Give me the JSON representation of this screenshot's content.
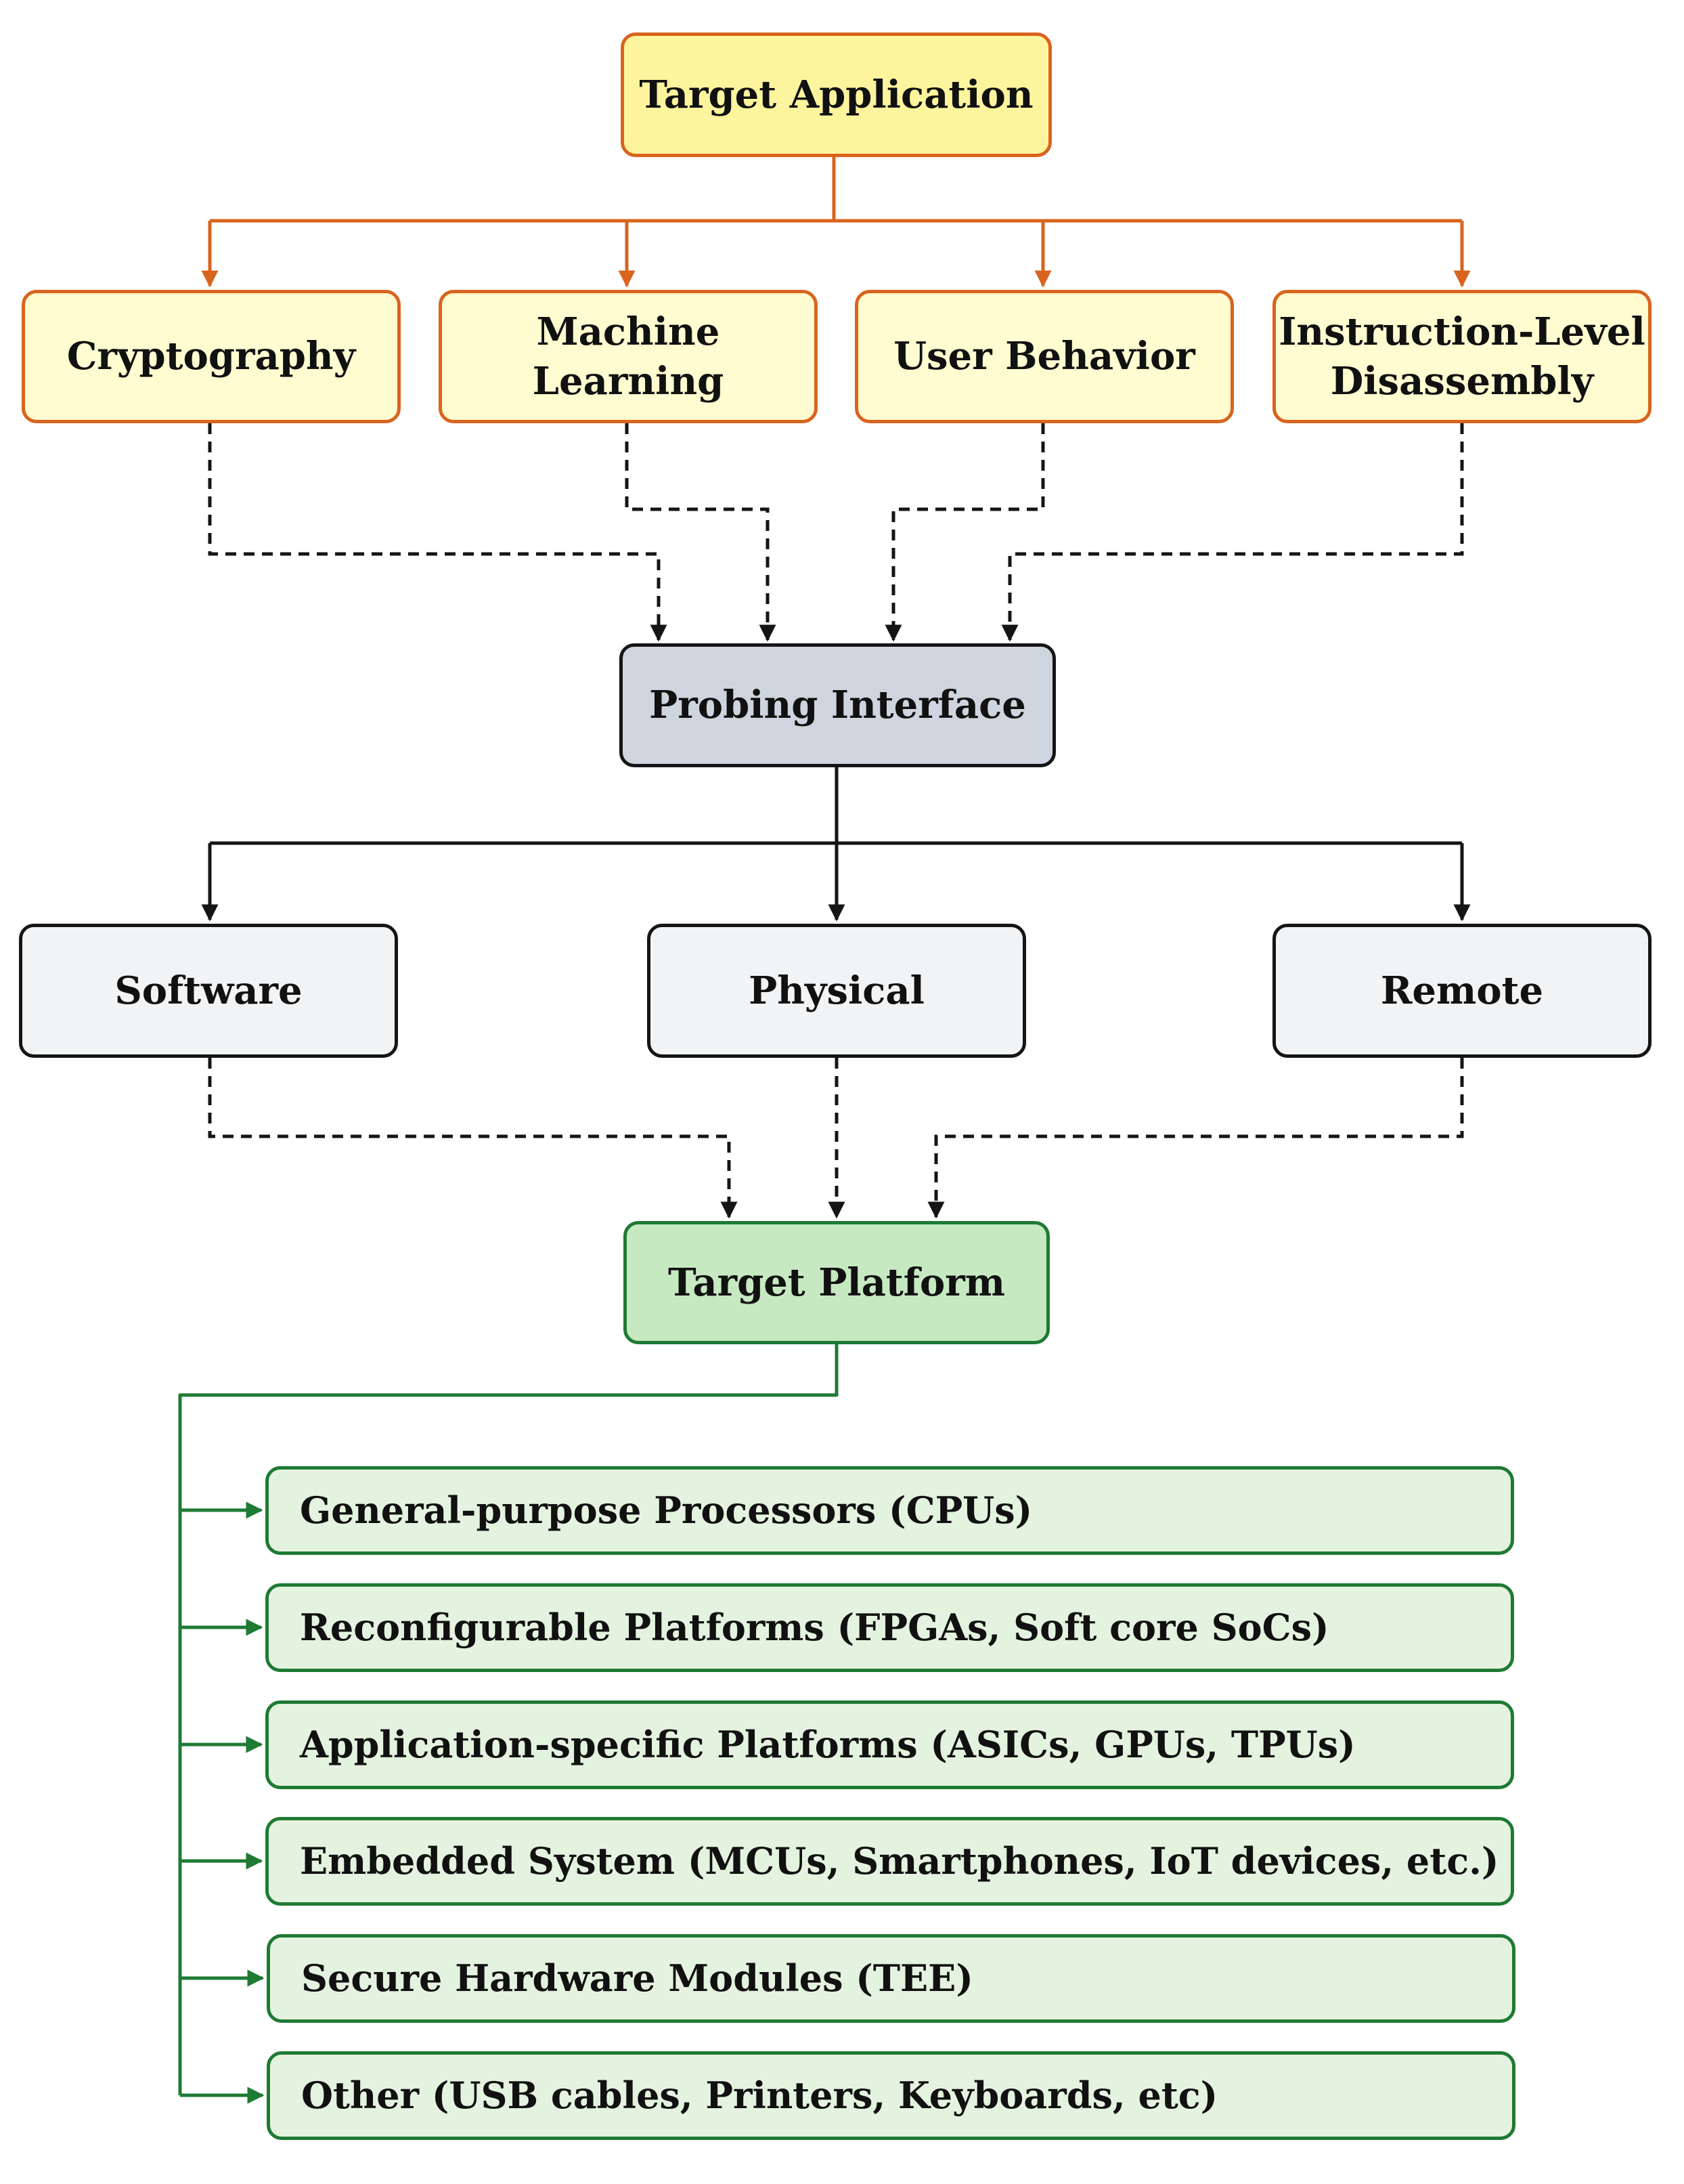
{
  "top": {
    "label": "Target Application"
  },
  "applications": [
    {
      "label": "Cryptography"
    },
    {
      "label": "Machine\nLearning"
    },
    {
      "label": "User Behavior"
    },
    {
      "label": "Instruction-Level\nDisassembly"
    }
  ],
  "interface": {
    "label": "Probing Interface"
  },
  "interfaces": [
    {
      "label": "Software"
    },
    {
      "label": "Physical"
    },
    {
      "label": "Remote"
    }
  ],
  "platform": {
    "label": "Target Platform"
  },
  "platforms": [
    {
      "label": "General-purpose Processors (CPUs)"
    },
    {
      "label": "Reconfigurable Platforms (FPGAs, Soft core SoCs)"
    },
    {
      "label": "Application-specific Platforms (ASICs, GPUs, TPUs)"
    },
    {
      "label": "Embedded System (MCUs, Smartphones, IoT devices, etc.)"
    },
    {
      "label": "Secure Hardware Modules (TEE)"
    },
    {
      "label": "Other (USB cables, Printers, Keyboards, etc)"
    }
  ],
  "colors": {
    "orange_stroke": "#d9641e",
    "black_stroke": "#151515",
    "green_stroke": "#1f7a34"
  }
}
